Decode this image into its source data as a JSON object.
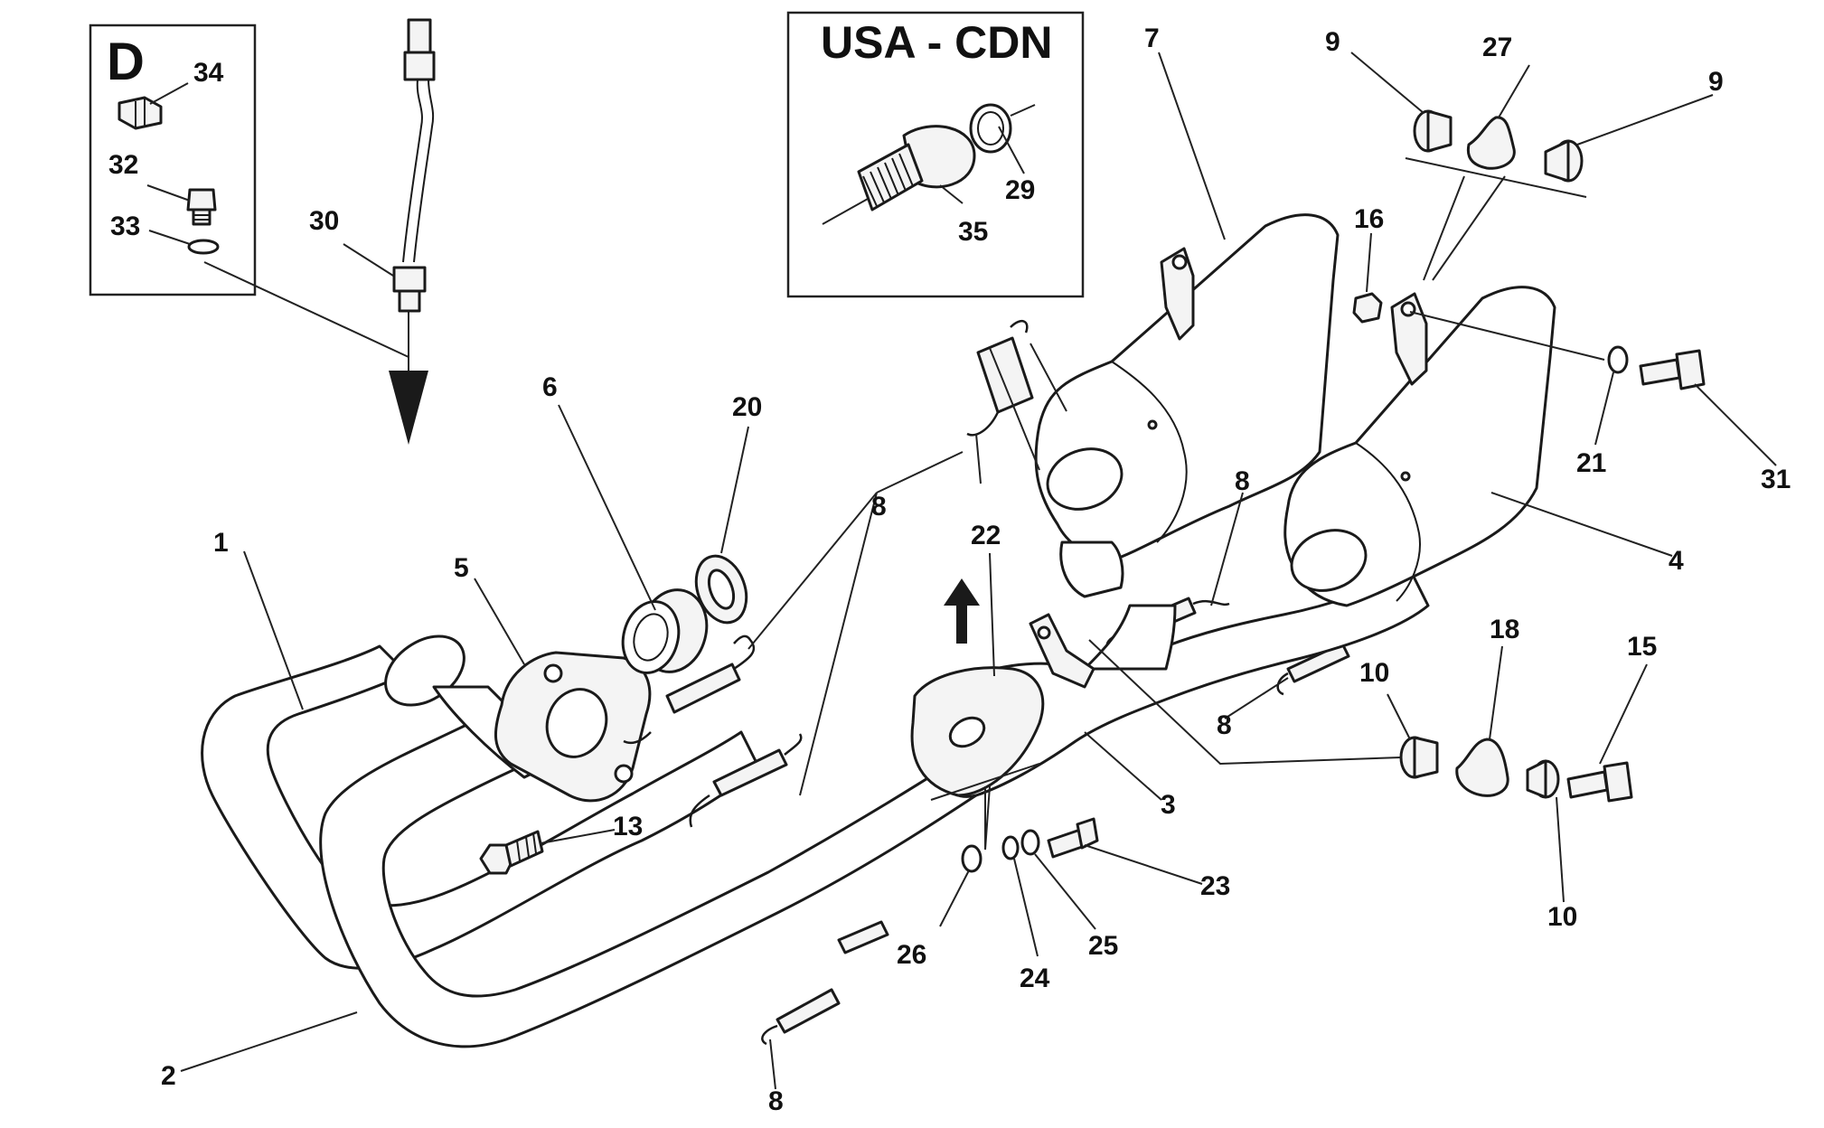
{
  "insets": {
    "left_box": {
      "letter": "D"
    },
    "right_box": {
      "title": "USA - CDN"
    }
  },
  "callouts": {
    "c1": "1",
    "c2": "2",
    "c3": "3",
    "c4": "4",
    "c5": "5",
    "c6": "6",
    "c7": "7",
    "c8a": "8",
    "c8b": "8",
    "c8c": "8",
    "c8d": "8",
    "c9a": "9",
    "c9b": "9",
    "c10a": "10",
    "c10b": "10",
    "c13": "13",
    "c15": "15",
    "c16": "16",
    "c18": "18",
    "c20": "20",
    "c21": "21",
    "c22": "22",
    "c23": "23",
    "c24": "24",
    "c25": "25",
    "c26": "26",
    "c27": "27",
    "c29": "29",
    "c30": "30",
    "c31": "31",
    "c32": "32",
    "c33": "33",
    "c34": "34",
    "c35": "35"
  }
}
